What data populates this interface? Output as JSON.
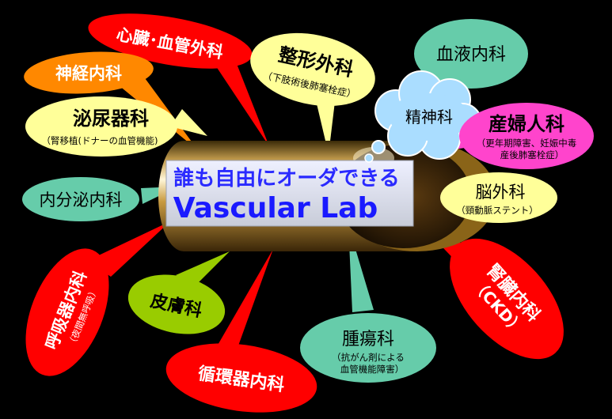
{
  "center": {
    "line1": "誰も自由にオーダできる",
    "line2": "Vascular Lab"
  },
  "departments": [
    {
      "key": "cardiovascular-surgery",
      "title": "心臓･血管外科",
      "sub": ""
    },
    {
      "key": "orthopedics",
      "title": "整形外科",
      "sub": "（下肢術後肺塞栓症）"
    },
    {
      "key": "hematology",
      "title": "血液内科",
      "sub": ""
    },
    {
      "key": "neurology",
      "title": "神経内科",
      "sub": ""
    },
    {
      "key": "psychiatry",
      "title": "精神科",
      "sub": ""
    },
    {
      "key": "urology",
      "title": "泌尿器科",
      "sub": "（腎移植(ドナーの血管機能)"
    },
    {
      "key": "obgyn",
      "title": "産婦人科",
      "sub1": "（更年期障害、妊娠中毒",
      "sub2": "産後肺塞栓症）"
    },
    {
      "key": "endocrinology",
      "title": "内分泌内科",
      "sub": ""
    },
    {
      "key": "neurosurgery",
      "title": "脳外科",
      "sub": "（頸動脈ステント）"
    },
    {
      "key": "respiratory",
      "title": "呼吸器内科",
      "sub": "（夜間無呼吸）"
    },
    {
      "key": "dermatology",
      "title": "皮膚科",
      "sub": ""
    },
    {
      "key": "nephrology",
      "title": "腎臓内科",
      "sub": "（CKD）"
    },
    {
      "key": "oncology",
      "title": "腫瘍科",
      "sub1": "（抗がん剤による",
      "sub2": "血管機能障害）"
    },
    {
      "key": "cardiology",
      "title": "循環器内科",
      "sub": ""
    }
  ],
  "colors": {
    "red": "#ff0000",
    "yellow": "#ffff99",
    "teal": "#66ccaa",
    "orange": "#ff8800",
    "pink": "#ff44cc",
    "lightblue": "#aaddff",
    "green": "#99cc00",
    "tube": "#b8860b",
    "center_text": "#1a1aff"
  }
}
